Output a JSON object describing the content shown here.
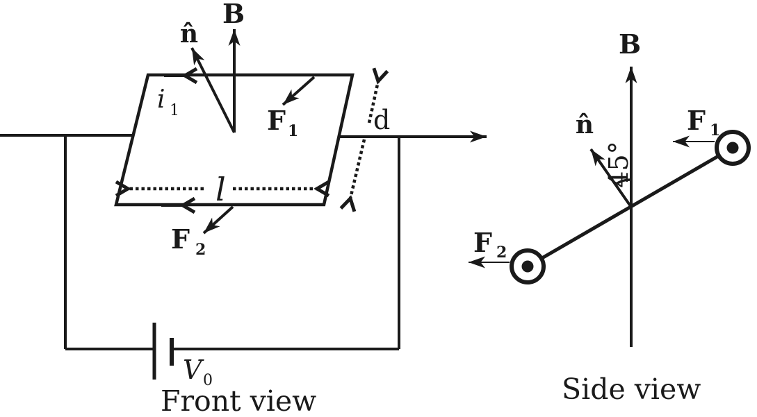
{
  "figure": {
    "colors": {
      "background": "#ffffff",
      "ink": "#1a1a1a"
    },
    "symbols": {
      "current_out_of_page": "circled-dot-icon"
    }
  },
  "front_view": {
    "caption": "Front view",
    "labels": {
      "b_field": "B",
      "normal_vector": "n̂",
      "current": {
        "base": "i",
        "sub": "1"
      },
      "force1": {
        "base": "F",
        "sub": "1"
      },
      "force2": {
        "base": "F",
        "sub": "2"
      },
      "length": "l",
      "depth": "d",
      "voltage": {
        "base": "V",
        "sub": "0"
      }
    }
  },
  "side_view": {
    "caption": "Side view",
    "labels": {
      "b_field": "B",
      "normal_vector": "n̂",
      "angle": "45°",
      "force1": {
        "base": "F",
        "sub": "1"
      },
      "force2": {
        "base": "F",
        "sub": "2"
      }
    }
  }
}
